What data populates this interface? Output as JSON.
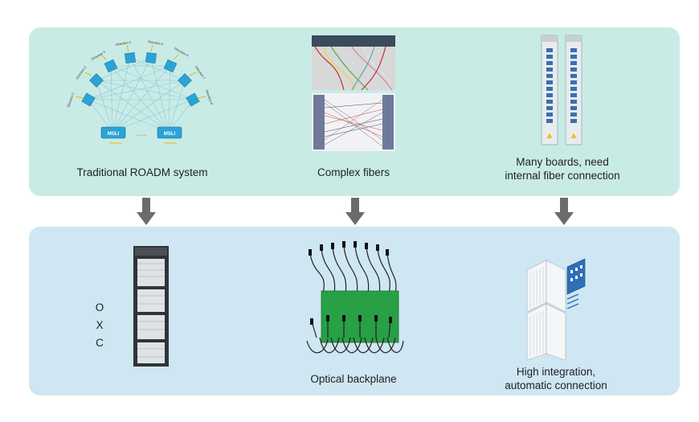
{
  "top_row": {
    "items": [
      {
        "caption": "Traditional ROADM system"
      },
      {
        "caption": "Complex fibers"
      },
      {
        "caption_line1": "Many boards, need",
        "caption_line2": "internal fiber connection"
      }
    ],
    "roadm": {
      "nodes": [
        "MSLI",
        "MSLI"
      ],
      "ellipsis": "······",
      "direction_labels": [
        "Direction 1",
        "Direction 2",
        "Direction 3",
        "Direction 4",
        "Direction 5",
        "Direction 6",
        "Direction 7",
        "Direction 8"
      ]
    }
  },
  "bottom_row": {
    "items": [
      {
        "vertical_label": [
          "O",
          "X",
          "C"
        ]
      },
      {
        "caption": "Optical backplane"
      },
      {
        "caption_line1": "High integration,",
        "caption_line2": "automatic connection"
      }
    ]
  },
  "colors": {
    "top_panel": "#c9ebe6",
    "bottom_panel": "#cfe6f3",
    "arrow": "#6b6b6b",
    "node_blue": "#2aa3d6",
    "backplane_green": "#27a046"
  }
}
